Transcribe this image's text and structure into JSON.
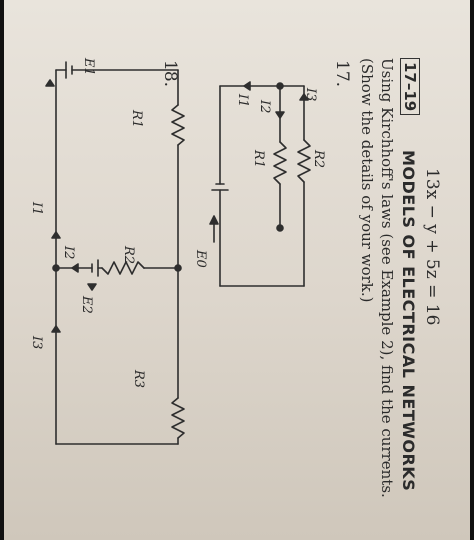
{
  "top_equation": "13x  −  y + 5z =  16",
  "section": {
    "tag": "17–19",
    "title": "MODELS OF ELECTRICAL NETWORKS"
  },
  "instructions": {
    "line1": "Using Kirchhoff's laws (see Example 2), find the currents.",
    "line2": "(Show the details of your work.)"
  },
  "problem17": {
    "number": "17.",
    "labels": {
      "I3": "I3",
      "I2": "I2",
      "I1": "I1",
      "R2": "R2",
      "R1": "R1",
      "E0": "E0"
    }
  },
  "problem18": {
    "number": "18.",
    "labels": {
      "E1": "E1",
      "R1": "R1",
      "I1": "I1",
      "I2": "I2",
      "R2": "R2",
      "E2": "E2",
      "I3": "I3",
      "R3": "R3"
    }
  }
}
